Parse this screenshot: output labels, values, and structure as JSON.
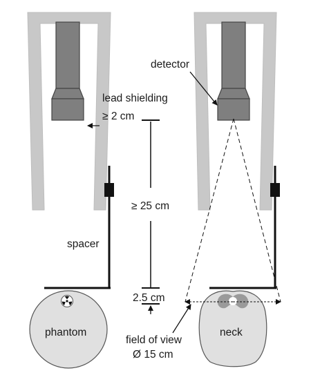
{
  "labels": {
    "detector": "detector",
    "lead_shielding": "lead shielding",
    "shield_thickness": "≥ 2 cm",
    "distance": "≥ 25 cm",
    "spacer": "spacer",
    "gap": "2.5 cm",
    "phantom": "phantom",
    "neck": "neck",
    "field_of_view_line1": "field of view",
    "field_of_view_line2": "Ø 15 cm"
  },
  "icons": {
    "radioactive_source": "radiation-trefoil-icon"
  },
  "colors": {
    "shielding": "#c8c8c8",
    "detector": "#7f7f7f",
    "body": "#e0e0e0",
    "thyroid": "#9a9a9a",
    "lines": "#111111"
  }
}
